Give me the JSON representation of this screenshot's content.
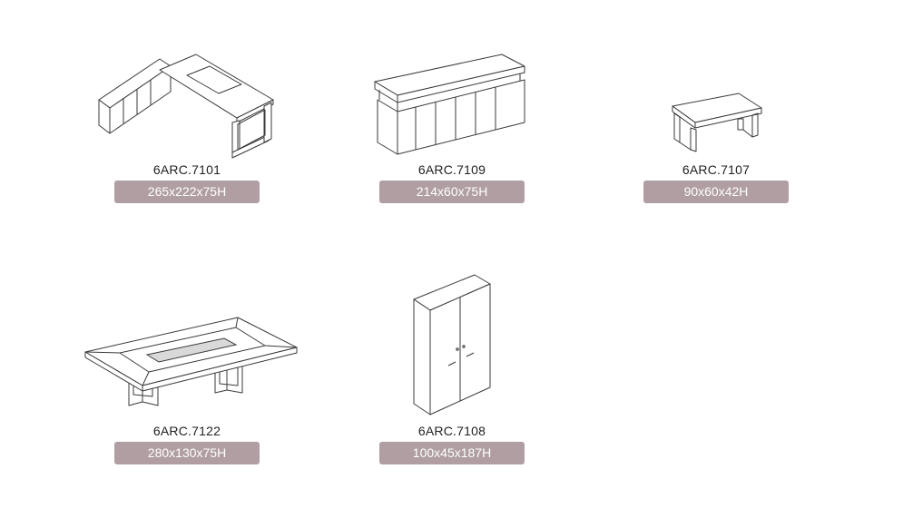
{
  "colors": {
    "badge": "#b09ea2",
    "badge_text": "#ffffff",
    "line": "#3a3a3a"
  },
  "products": [
    {
      "code": "6ARC.7101",
      "dimensions": "265x222x75H",
      "icon": "l-shaped-desk-icon"
    },
    {
      "code": "6ARC.7109",
      "dimensions": "214x60x75H",
      "icon": "credenza-cabinet-icon"
    },
    {
      "code": "6ARC.7107",
      "dimensions": "90x60x42H",
      "icon": "coffee-table-icon"
    },
    {
      "code": "6ARC.7122",
      "dimensions": "280x130x75H",
      "icon": "meeting-table-icon"
    },
    {
      "code": "6ARC.7108",
      "dimensions": "100x45x187H",
      "icon": "tall-cabinet-icon"
    }
  ]
}
